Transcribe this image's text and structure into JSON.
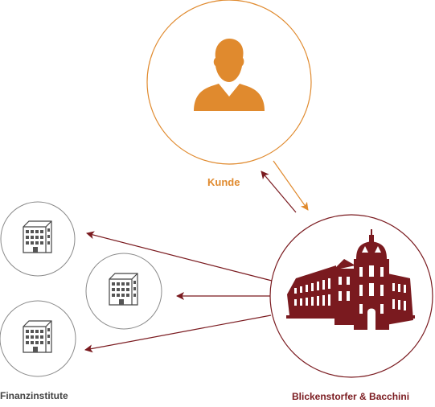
{
  "labels": {
    "kunde": "Kunde",
    "finanzinstitute": "Finanzinstitute",
    "firm": "Blickenstorfer & Bacchini"
  },
  "colors": {
    "kunde": "#e08a2e",
    "firm": "#7a1a1f",
    "neutral": "#444444",
    "circle_gray": "#8a8a8a"
  },
  "icons": {
    "customer": "person-icon",
    "firm": "historic-building-icon",
    "institutes": [
      "office-building-icon",
      "office-building-icon",
      "office-building-icon"
    ]
  }
}
